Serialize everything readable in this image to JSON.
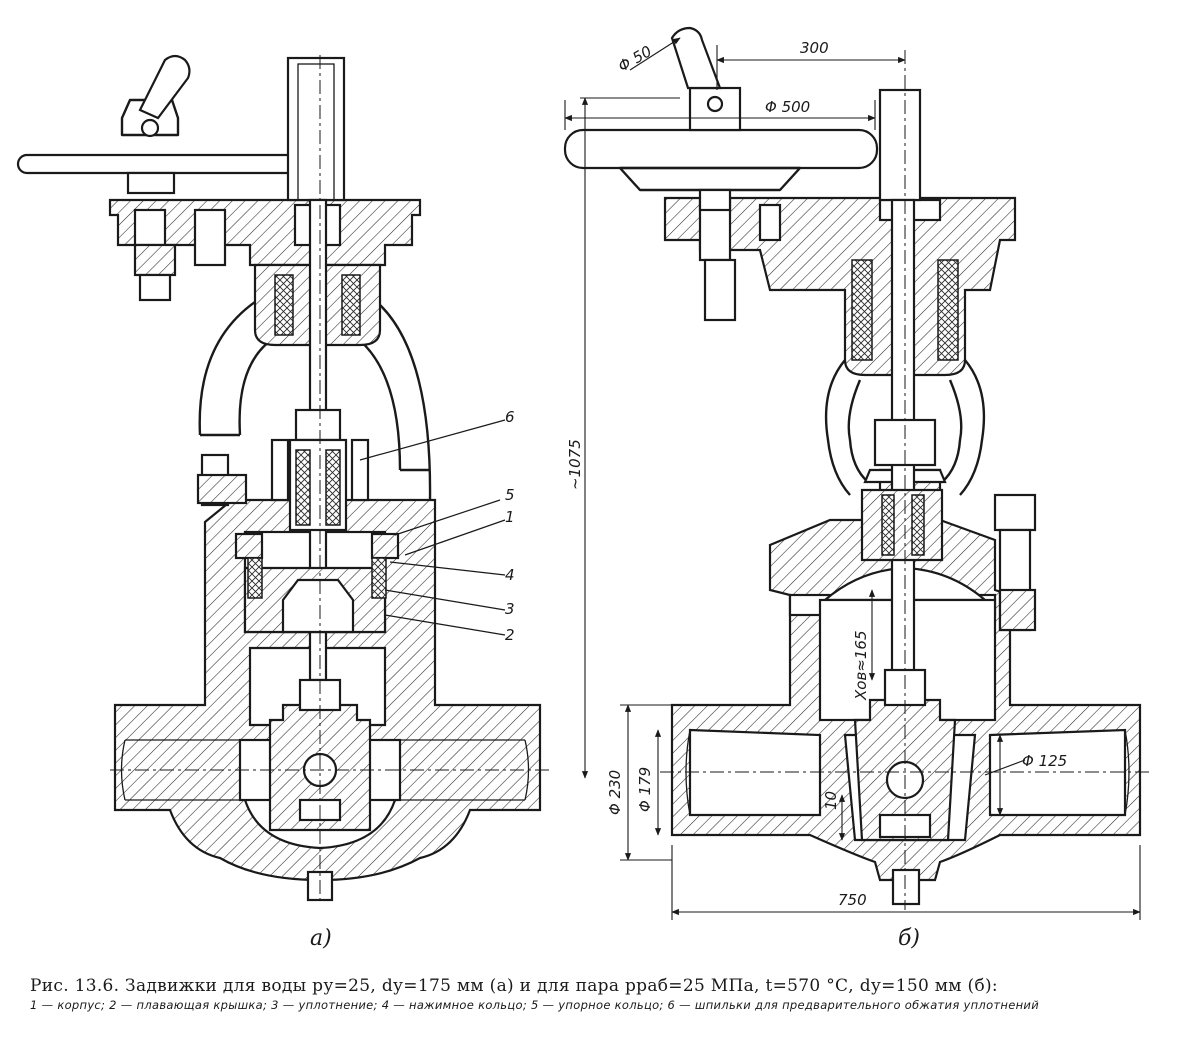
{
  "figure": {
    "view_a_letter": "а)",
    "view_b_letter": "б)"
  },
  "callouts": {
    "c1": "1",
    "c2": "2",
    "c3": "3",
    "c4": "4",
    "c5": "5",
    "c6": "6"
  },
  "dimensions": {
    "d50": "Φ 50",
    "l300": "300",
    "d500": "Φ 500",
    "h1075": "~1075",
    "stroke": "Хов≈165",
    "d125": "Φ 125",
    "d230": "Φ 230",
    "d179": "Φ 179",
    "t10": "10",
    "l750": "750"
  },
  "caption": {
    "line1": "Рис. 13.6. Задвижки для воды pу=25, dу=175 мм (а) и для пара pраб=25 МПа, t=570 °С, dу=150 мм (б):",
    "line2": "1 — корпус; 2 — плавающая крышка; 3 — уплотнение; 4 — нажимное кольцо; 5 — упорное кольцо; 6 — шпильки для предварительного обжатия уплотнений"
  }
}
